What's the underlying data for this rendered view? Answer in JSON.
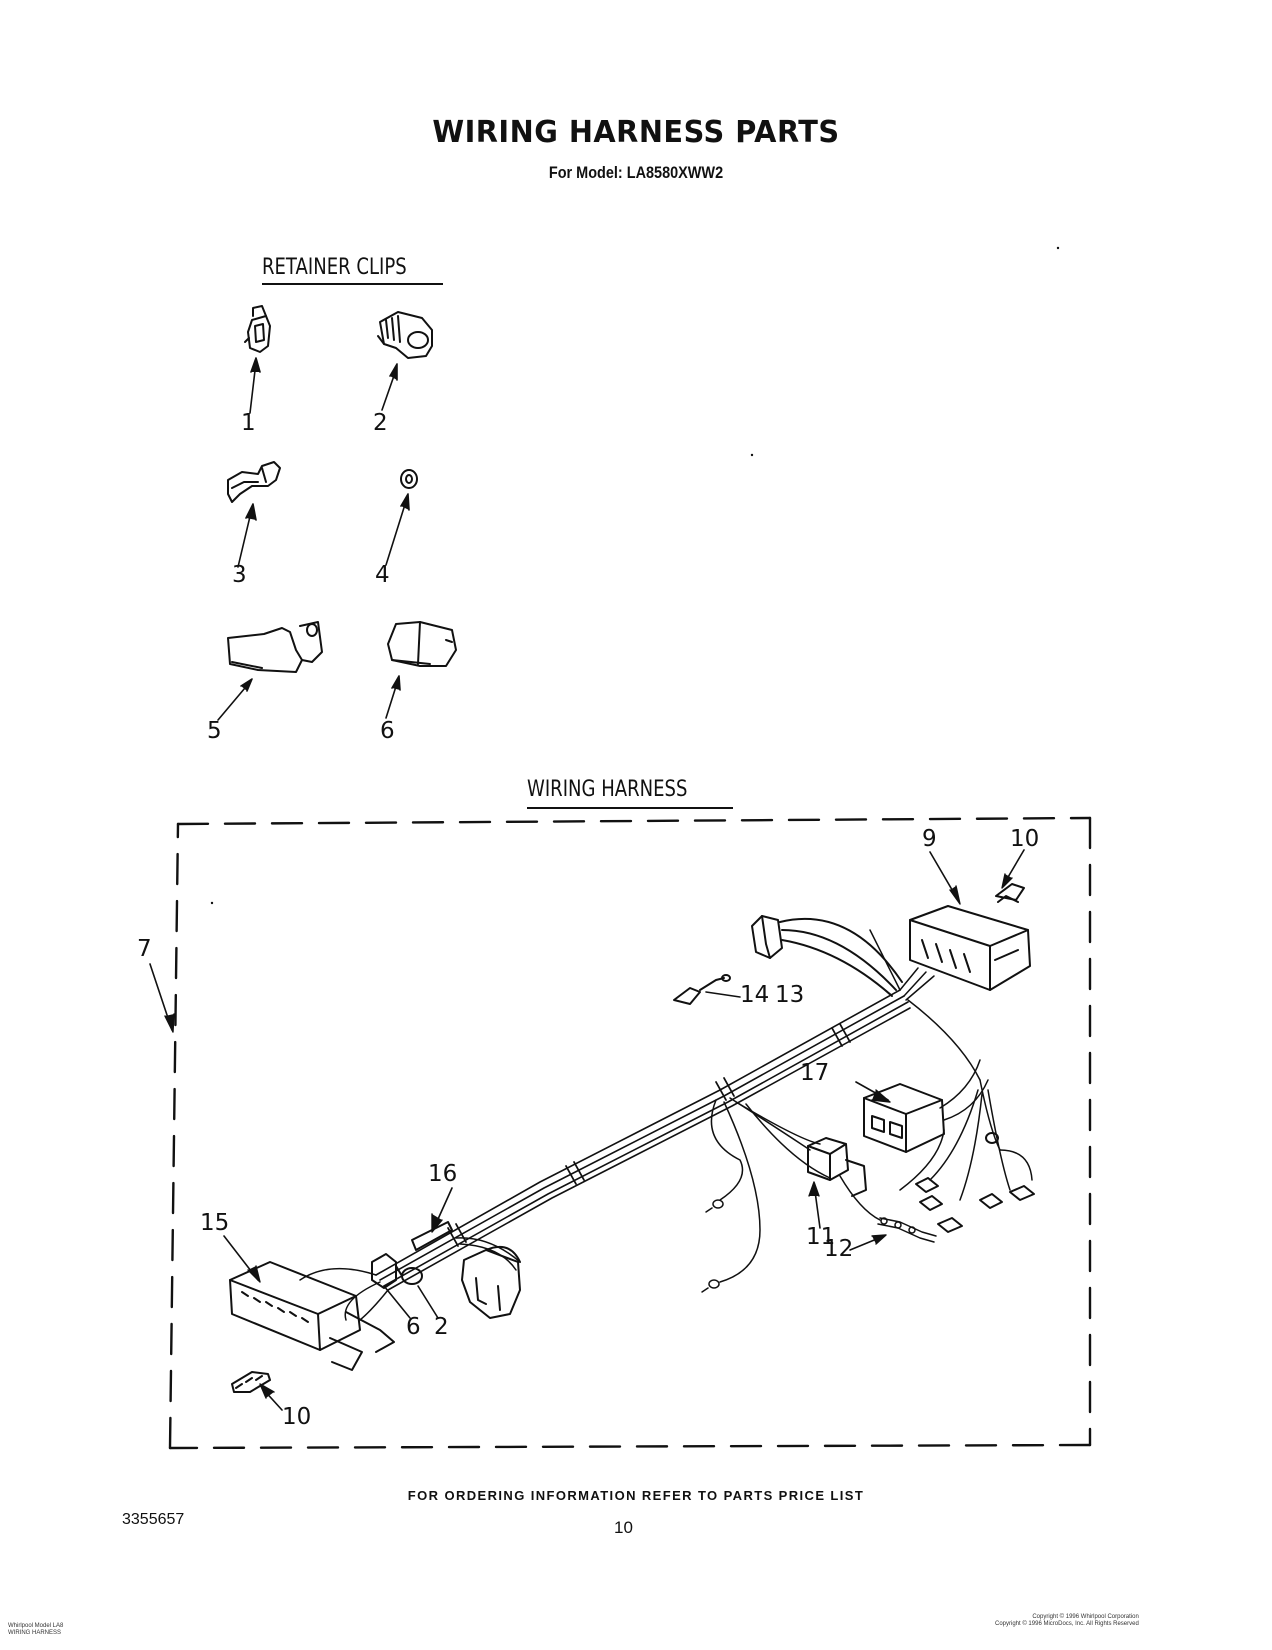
{
  "header": {
    "title": "WIRING HARNESS PARTS",
    "subtitle": "For Model: LA8580XWW2"
  },
  "sections": {
    "retainer_clips": "RETAINER CLIPS",
    "wiring_harness": "WIRING HARNESS"
  },
  "callouts": {
    "clips": [
      "1",
      "2",
      "3",
      "4",
      "5",
      "6"
    ],
    "harness": [
      "9",
      "10",
      "7",
      "14",
      "13",
      "17",
      "16",
      "15",
      "11",
      "12",
      "6",
      "2",
      "10"
    ]
  },
  "footer": {
    "ordering_note": "FOR ORDERING INFORMATION REFER TO PARTS PRICE LIST",
    "doc_number": "3355657",
    "page_number": "10"
  },
  "fine_print": {
    "left_line1": "Whirlpool Model LA8",
    "left_line2": "WIRING HARNESS",
    "right_line1": "Copyright © 1996 Whirlpool Corporation",
    "right_line2": "Copyright © 1996 MicroDocs, Inc. All Rights Reserved"
  }
}
